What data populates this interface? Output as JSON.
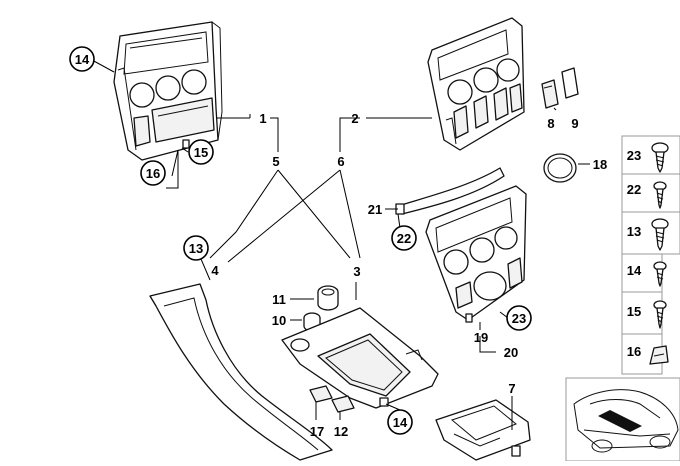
{
  "diagram": {
    "callouts": {
      "c1": "1",
      "c2": "2",
      "c3": "3",
      "c4": "4",
      "c5": "5",
      "c6": "6",
      "c7": "7",
      "c8": "8",
      "c9": "9",
      "c10": "10",
      "c11": "11",
      "c12": "12",
      "c13": "13",
      "c14a": "14",
      "c14b": "14",
      "c15": "15",
      "c16": "16",
      "c17": "17",
      "c18": "18",
      "c19": "19",
      "c20": "20",
      "c21": "21",
      "c22": "22",
      "c23": "23"
    },
    "fastener_legend": [
      {
        "label": "23",
        "icon": "screw-icon"
      },
      {
        "label": "22",
        "icon": "screw-icon"
      },
      {
        "label": "13",
        "icon": "screw-icon"
      },
      {
        "label": "14",
        "icon": "screw-icon"
      },
      {
        "label": "15",
        "icon": "screw-icon"
      },
      {
        "label": "16",
        "icon": "clip-nut-icon"
      }
    ],
    "thumbnail_icon": "car-location-icon"
  }
}
